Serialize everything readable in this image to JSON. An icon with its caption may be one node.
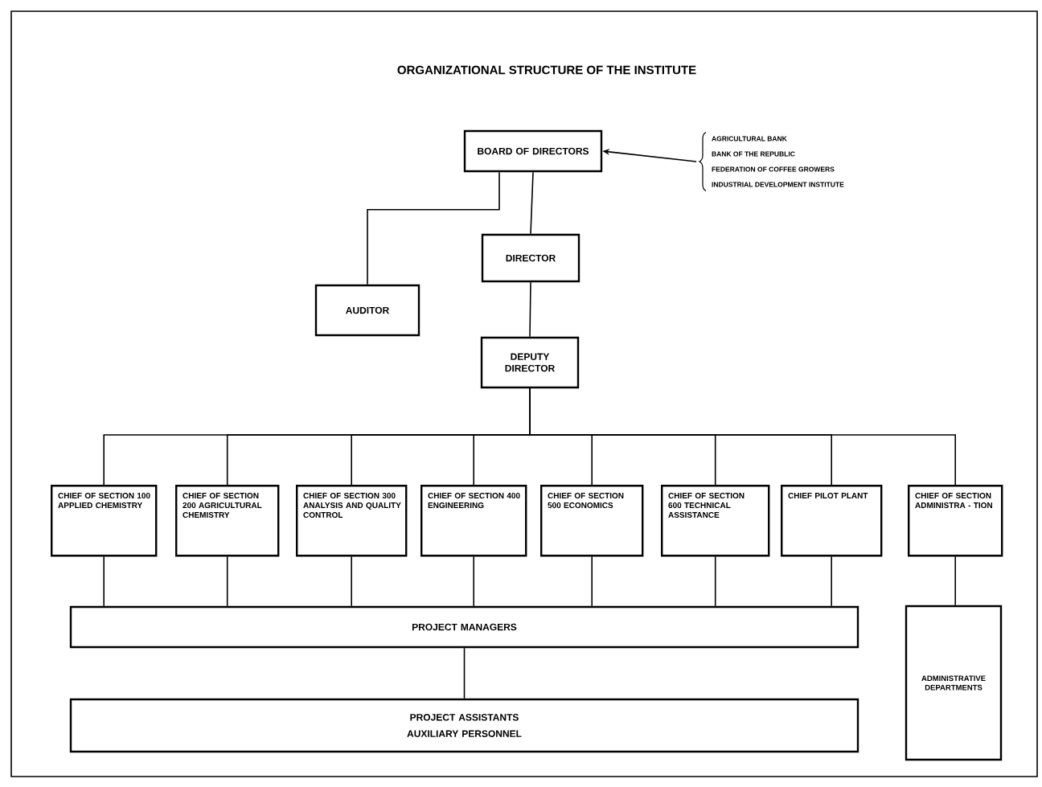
{
  "diagram": {
    "title": "ORGANIZATIONAL STRUCTURE OF THE INSTITUTE",
    "nodes": [
      {
        "text": [
          "BOARD OF DIRECTORS"
        ]
      },
      {
        "text": [
          "DIRECTOR"
        ]
      },
      {
        "text": [
          "AUDITOR"
        ]
      },
      {
        "text": [
          "DEPUTY DIRECTOR"
        ]
      },
      {
        "text": [
          "CHIEF OF SECTION 100 APPLIED CHEMISTRY"
        ]
      },
      {
        "text": [
          "CHIEF OF SECTION 200 AGRICULTURAL CHEMISTRY"
        ]
      },
      {
        "text": [
          "CHIEF OF SECTION 300 ANALYSIS AND QUALITY CONTROL"
        ]
      },
      {
        "text": [
          "CHIEF OF SECTION 400 ENGINEERING"
        ]
      },
      {
        "text": [
          "CHIEF OF SECTION 500 ECONOMICS"
        ]
      },
      {
        "text": [
          "CHIEF OF SECTION 600 TECHNICAL ASSISTANCE"
        ]
      },
      {
        "text": [
          "CHIEF PILOT PLANT"
        ]
      },
      {
        "text": [
          "CHIEF OF SECTION ADMINISTRA - TION"
        ]
      },
      {
        "text": [
          "PROJECT MANAGERS"
        ]
      },
      {
        "text": [
          "PROJECT ASSISTANTS",
          "AUXILIARY PERSONNEL"
        ]
      },
      {
        "text": [
          "ADMINISTRATIVE DEPARTMENTS"
        ]
      },
      {
        "text": [
          "AGRICULTURAL BANK",
          "BANK OF THE REPUBLIC",
          "FEDERATION OF COFFEE GROWERS",
          "INDUSTRIAL DEVELOPMENT INSTITUTE"
        ]
      }
    ],
    "edges": [
      {
        "from": 15,
        "to": 0,
        "arrow": "to"
      },
      {
        "from": 0,
        "to": 2,
        "arrow": "none"
      },
      {
        "from": 0,
        "to": 1,
        "arrow": "none"
      },
      {
        "from": 1,
        "to": 3,
        "arrow": "none"
      },
      {
        "from": 3,
        "to": 4,
        "arrow": "none"
      },
      {
        "from": 3,
        "to": 5,
        "arrow": "none"
      },
      {
        "from": 3,
        "to": 6,
        "arrow": "none"
      },
      {
        "from": 3,
        "to": 7,
        "arrow": "none"
      },
      {
        "from": 3,
        "to": 8,
        "arrow": "none"
      },
      {
        "from": 3,
        "to": 9,
        "arrow": "none"
      },
      {
        "from": 3,
        "to": 10,
        "arrow": "none"
      },
      {
        "from": 3,
        "to": 11,
        "arrow": "none"
      },
      {
        "from": 4,
        "to": 12,
        "arrow": "none"
      },
      {
        "from": 5,
        "to": 12,
        "arrow": "none"
      },
      {
        "from": 6,
        "to": 12,
        "arrow": "none"
      },
      {
        "from": 7,
        "to": 12,
        "arrow": "none"
      },
      {
        "from": 8,
        "to": 12,
        "arrow": "none"
      },
      {
        "from": 9,
        "to": 12,
        "arrow": "none"
      },
      {
        "from": 10,
        "to": 12,
        "arrow": "none"
      },
      {
        "from": 12,
        "to": 13,
        "arrow": "none"
      },
      {
        "from": 11,
        "to": 14,
        "arrow": "none"
      }
    ]
  }
}
